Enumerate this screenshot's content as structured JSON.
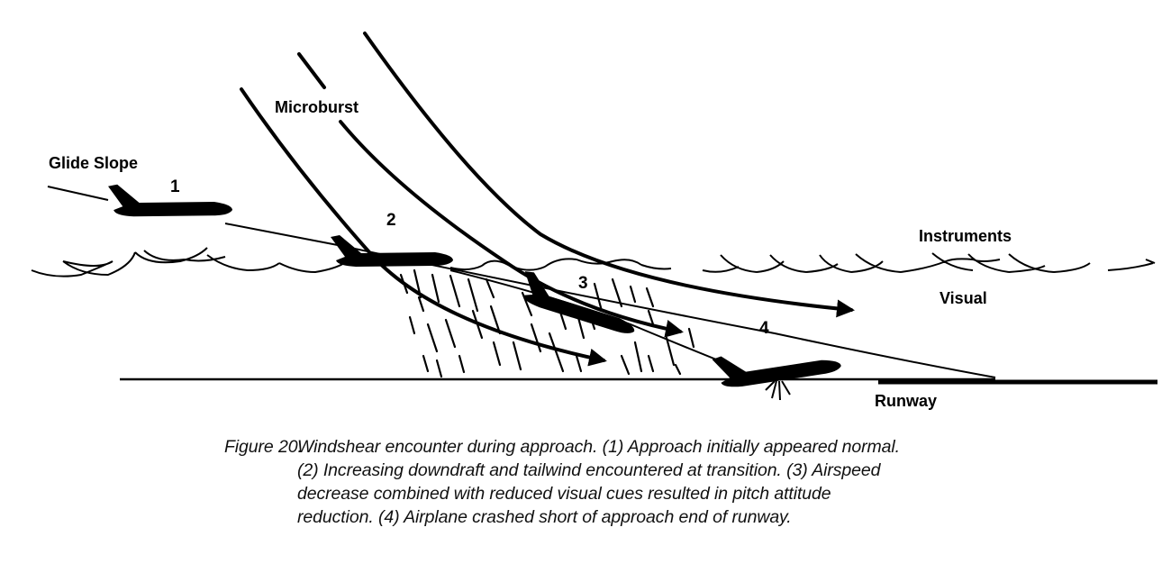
{
  "figure": {
    "labels": {
      "glide_slope": "Glide Slope",
      "microburst": "Microburst",
      "instruments": "Instruments",
      "visual": "Visual",
      "runway": "Runway"
    },
    "positions": [
      {
        "id": "1",
        "label": "1",
        "description": "Approach initially appeared normal"
      },
      {
        "id": "2",
        "label": "2",
        "description": "Increasing downdraft and tailwind encountered at transition"
      },
      {
        "id": "3",
        "label": "3",
        "description": "Airspeed decrease combined with reduced visual cues resulted in pitch attitude reduction"
      },
      {
        "id": "4",
        "label": "4",
        "description": "Airplane crashed short of approach end of runway"
      }
    ],
    "icons": [
      "airplane-icon",
      "cloud-base-line",
      "rain-streaks",
      "wind-arrow",
      "crash-impact-icon"
    ]
  },
  "caption": {
    "prefix": "Figure 20.",
    "lines": [
      "Windshear encounter during approach. (1) Approach initially appeared normal.",
      "(2) Increasing downdraft and tailwind encountered at transition. (3) Airspeed",
      "decrease combined with reduced visual cues resulted in pitch attitude",
      "reduction. (4) Airplane crashed short of approach end of runway."
    ]
  }
}
